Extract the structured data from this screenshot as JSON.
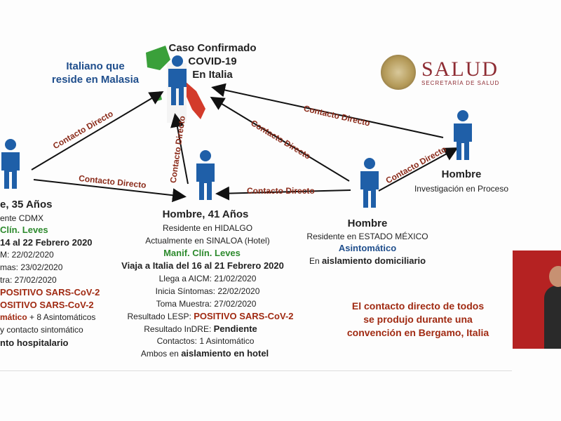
{
  "header": {
    "center_title": [
      "Caso Confirmado",
      "COVID-19",
      "En Italia"
    ],
    "malaysia_label": [
      "Italiano que",
      "reside en Malasia"
    ]
  },
  "logo": {
    "main": "SALUD",
    "sub": "SECRETARÍA DE SALUD"
  },
  "edge_label": "Contacto Directo",
  "left_case": {
    "title": "e, 35 Años",
    "lines": [
      "ente CDMX",
      "Clín. Leves",
      "14 al 22 Febrero 2020",
      "M: 22/02/2020",
      "mas: 23/02/2020",
      "tra: 27/02/2020",
      "POSITIVO SARS-CoV-2",
      "OSITIVO SARS-CoV-2",
      "mático",
      " + 8 Asintomáticos",
      "y contacto sintomático",
      "nto hospitalario"
    ]
  },
  "middle_case": {
    "title": "Hombre, 41 Años",
    "resident": "Residente en HIDALGO",
    "current": "Actualmente en SINALOA (Hotel)",
    "symptoms": "Manif. Clín. Leves",
    "travel": "Viaja a Italia del 16 al 21 Febrero 2020",
    "arrival": "Llega a AICM: 21/02/2020",
    "onset": "Inicia Síntomas: 22/02/2020",
    "sample": "Toma Muestra: 27/02/2020",
    "lesp_label": "Resultado LESP: ",
    "lesp_value": "POSITIVO SARS-CoV-2",
    "indre_label": "Resultado InDRE: ",
    "indre_value": "Pendiente",
    "contacts": "Contactos: 1 Asintomático",
    "isolation_prefix": "Ambos en ",
    "isolation_value": "aislamiento en hotel"
  },
  "right_case": {
    "title": "Hombre",
    "resident": "Residente en ESTADO MÉXICO",
    "status": "Asintomático",
    "isolation_prefix": "En ",
    "isolation_value": "aislamiento domiciliario"
  },
  "far_right_case": {
    "title": "Hombre",
    "status": "Investigación en Proceso"
  },
  "note": [
    "El contacto directo de todos",
    "se produjo durante una",
    "convención en Bergamo, Italia"
  ],
  "colors": {
    "person": "#1f5fa8",
    "arrow": "#111111",
    "edge_label": "#8b2b1a",
    "accent_red": "#a02a12",
    "accent_green": "#2d8a2d",
    "accent_blue": "#1f4e8c"
  },
  "icons": {
    "person": "person-icon",
    "italy_map": "italy-map-icon",
    "logo_seal": "mexico-seal-icon"
  }
}
